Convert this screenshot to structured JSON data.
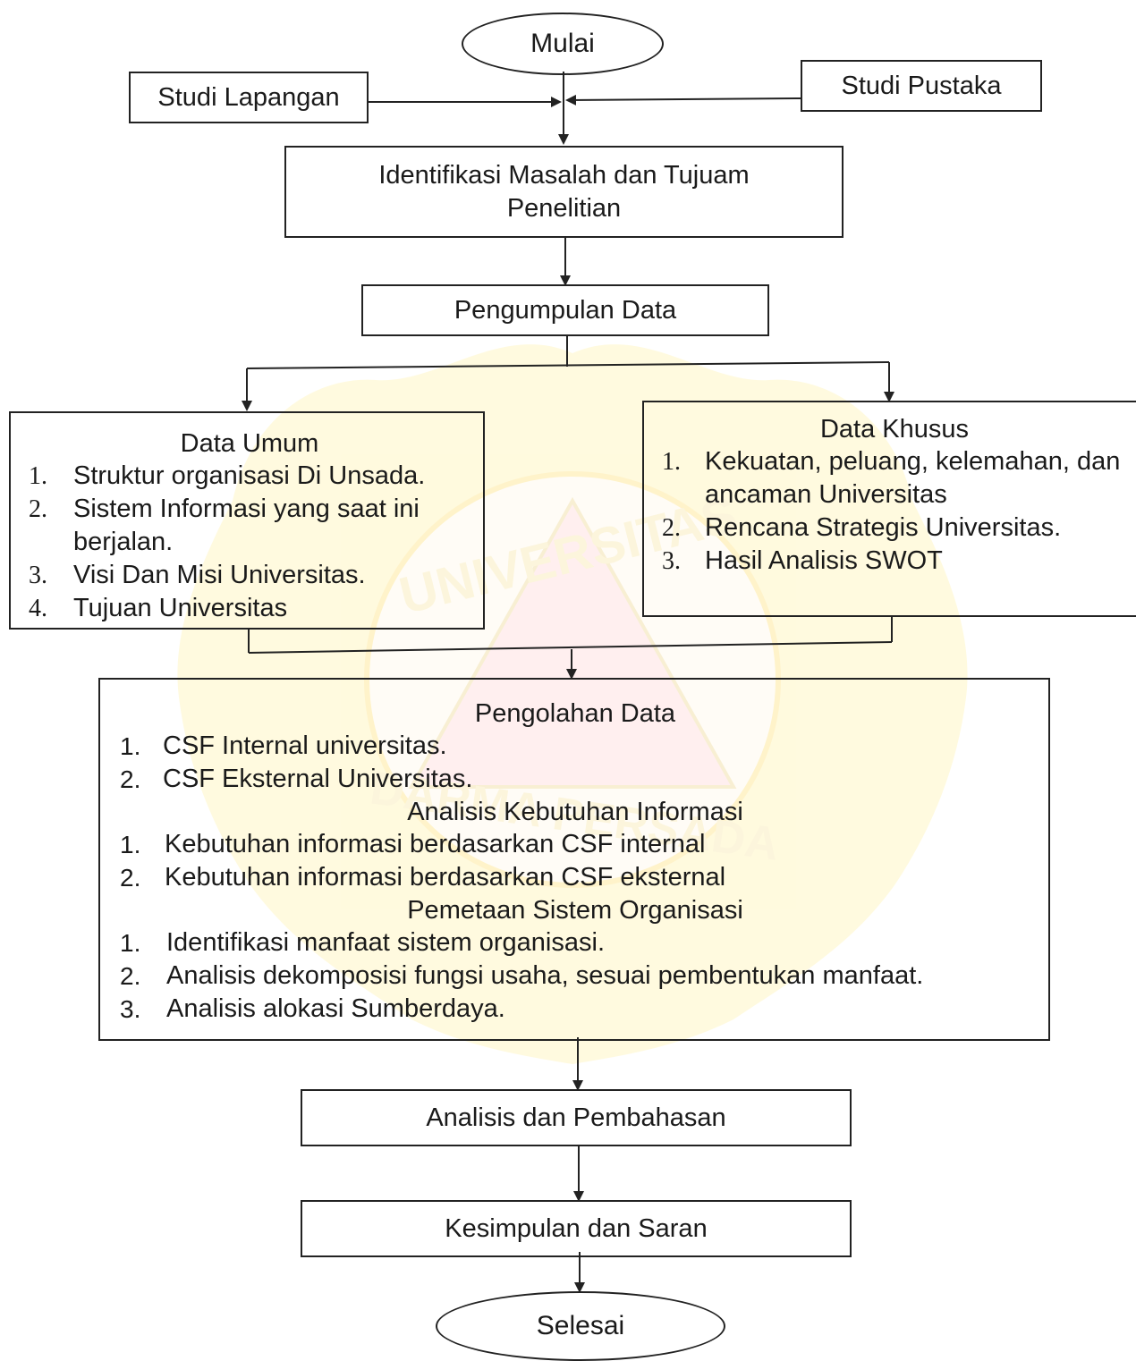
{
  "start": "Mulai",
  "end": "Selesai",
  "studi_lapangan": "Studi Lapangan",
  "studi_pustaka": "Studi Pustaka",
  "identifikasi": "Identifikasi Masalah dan Tujuam Penelitian",
  "pengumpulan": "Pengumpulan Data",
  "data_umum": {
    "title": "Data Umum",
    "items": [
      {
        "num": "1.",
        "text": "Struktur organisasi Di Unsada."
      },
      {
        "num": "2.",
        "text": "Sistem Informasi yang saat ini berjalan."
      },
      {
        "num": "3.",
        "text": "Visi Dan Misi Universitas."
      },
      {
        "num": "4.",
        "text": "Tujuan Universitas"
      }
    ]
  },
  "data_khusus": {
    "title": "Data Khusus",
    "items": [
      {
        "num": "1.",
        "text": "Kekuatan, peluang, kelemahan, dan ancaman Universitas"
      },
      {
        "num": "2.",
        "text": "Rencana Strategis Universitas."
      },
      {
        "num": "3.",
        "text": "Hasil Analisis SWOT"
      }
    ]
  },
  "pengolahan": {
    "title": "Pengolahan Data",
    "csf_items": [
      {
        "num": "1.",
        "text": "CSF Internal universitas."
      },
      {
        "num": "2.",
        "text": "CSF Eksternal Universitas."
      }
    ],
    "analisis_title": "Analisis Kebutuhan Informasi",
    "analisis_items": [
      {
        "num": "1.",
        "text": "Kebutuhan informasi berdasarkan CSF internal"
      },
      {
        "num": "2.",
        "text": "Kebutuhan informasi berdasarkan CSF eksternal"
      }
    ],
    "pemetaan_title": "Pemetaan Sistem Organisasi",
    "pemetaan_items": [
      {
        "num": "1.",
        "text": "Identifikasi manfaat sistem organisasi."
      },
      {
        "num": "2.",
        "text": "Analisis dekomposisi fungsi usaha, sesuai pembentukan  manfaat."
      },
      {
        "num": "3.",
        "text": "Analisis alokasi Sumberdaya."
      }
    ]
  },
  "analisis_pembahasan": "Analisis dan Pembahasan",
  "kesimpulan": "Kesimpulan dan Saran",
  "watermark_text": "UNIVERSITAS DARMA PERSADA",
  "colors": {
    "line": "#222222",
    "watermark_yellow": "#fff6c4",
    "watermark_pink": "#ffd9d9"
  }
}
